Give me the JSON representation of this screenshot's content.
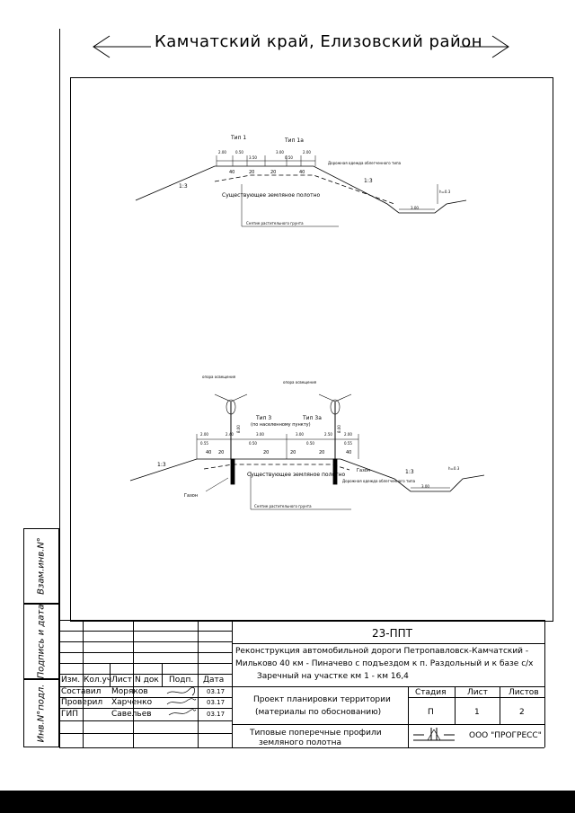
{
  "header": {
    "title": "Камчатский край, Елизовский район"
  },
  "side_labels": {
    "inv_number": "Взам.инв.N°",
    "sign_date": "Подпись и дата",
    "inv_podl": "Инв.N°подл."
  },
  "drawing_top": {
    "type_1": "Тип 1",
    "type_1a": "Тип 1а",
    "dims": [
      "2.00",
      "0.50",
      "3.50",
      "0.50",
      "3.00",
      "2.00"
    ],
    "slope_left": "1:3",
    "slope_right": "1:3",
    "crossfall": [
      "40",
      "20",
      "20",
      "40"
    ],
    "road_surface": "Дорожная одежда облегченного типа",
    "existing_subgrade": "Существующее земляное полотно",
    "removal": "Снятие растительного грунта",
    "ditch_width": "3.00",
    "ditch_depth": "h=0.3"
  },
  "drawing_bottom": {
    "light_pole_left": "опора освещения",
    "light_pole_right": "опора освещения",
    "type_3": "Тип 3",
    "type_3_note": "(по населенному пункту)",
    "type_3a": "Тип 3а",
    "dims": [
      "2.00",
      "0.55",
      "2.40",
      "3.00",
      "0.50",
      "0.50",
      "3.00",
      "2.50",
      "2.00",
      "0.55"
    ],
    "pole_heights": [
      "8.00",
      "8.00"
    ],
    "slope_left": "1:3",
    "slope_right": "1:3",
    "crossfall": [
      "40",
      "20",
      "20",
      "20",
      "20",
      "40"
    ],
    "lawn_left": "Газон",
    "lawn_right": "Газон",
    "existing_subgrade": "Существующее земляное полотно",
    "road_surface": "Дорожная одежда облегченного типа",
    "removal": "Снятие растительного грунта",
    "ditch_width": "3.00",
    "ditch_depth": "h=0.3"
  },
  "title_block": {
    "doc_code": "23-ППТ",
    "project_title_1": "Реконструкция автомобильной дороги Петропавловск-Камчатский -",
    "project_title_2": "Мильково 40 км - Пиначево с подъездом к п. Раздольный и к базе с/х",
    "project_title_3": "Заречный на участке км 1 - км 16,4",
    "col_headers": [
      "Изм.",
      "Кол.уч",
      "Лист",
      "N док",
      "Подп.",
      "Дата"
    ],
    "signers": [
      {
        "role": "Составил",
        "name": "Моряков",
        "date": "03.17"
      },
      {
        "role": "Проверил",
        "name": "Харченко",
        "date": "03.17"
      },
      {
        "role": "ГИП",
        "name": "Савельев",
        "date": "03.17"
      }
    ],
    "section_title_1": "Проект планировки территории",
    "section_title_2": "(материалы по обоснованию)",
    "stage_label": "Стадия",
    "sheet_label": "Лист",
    "sheets_label": "Листов",
    "stage_value": "П",
    "sheet_value": "1",
    "sheets_value": "2",
    "drawing_title_1": "Типовые поперечные профили",
    "drawing_title_2": "земляного полотна",
    "company": "ООО \"ПРОГРЕСС\""
  }
}
